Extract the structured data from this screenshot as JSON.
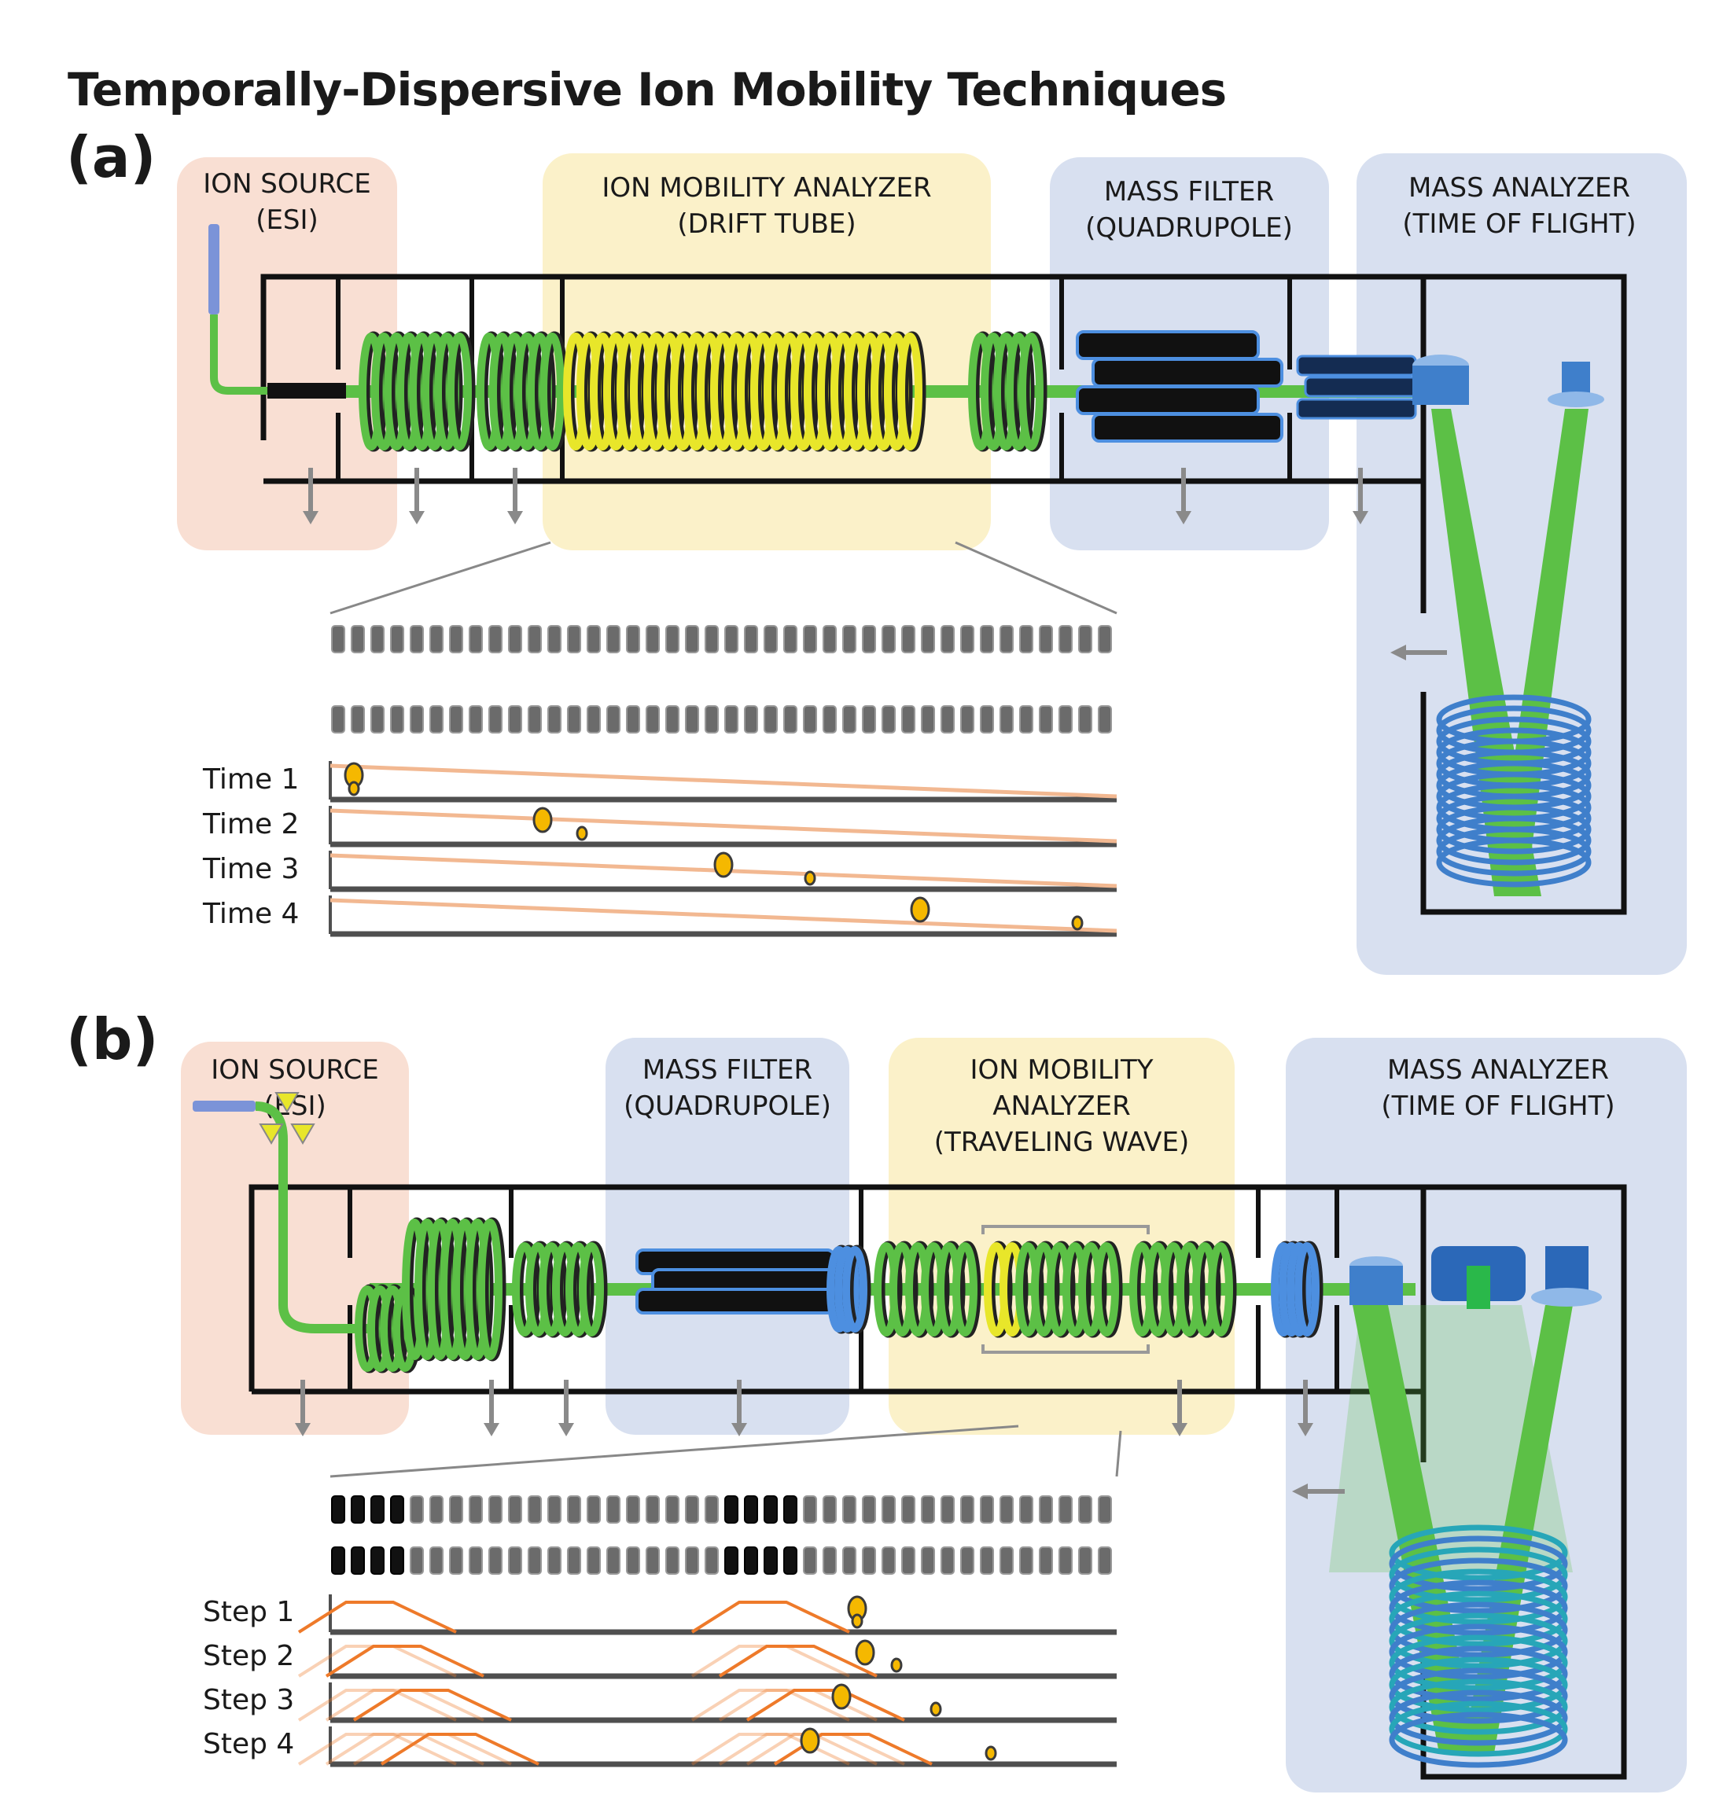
{
  "title": "Temporally-Dispersive Ion Mobility Techniques",
  "panels": [
    {
      "id": "a",
      "label": "(a)",
      "regions": [
        {
          "key": "ion-source",
          "lines": [
            "ION SOURCE",
            "(ESI)"
          ],
          "color": "#f9dfd3"
        },
        {
          "key": "ion-mobility-analyzer",
          "lines": [
            "ION MOBILITY ANALYZER",
            "(DRIFT TUBE)"
          ],
          "color": "#fbf1c9"
        },
        {
          "key": "mass-filter",
          "lines": [
            "MASS FILTER",
            "(QUADRUPOLE)"
          ],
          "color": "#d8e0f0"
        },
        {
          "key": "mass-analyzer",
          "lines": [
            "MASS ANALYZER",
            "(TIME OF FLIGHT)"
          ],
          "color": "#d8e0f0"
        }
      ],
      "electrode_rows": {
        "count": 2,
        "electrodes_per_row": 40,
        "active_indices": []
      },
      "rows": [
        {
          "label": "Time 1",
          "ions": [
            {
              "size": "large",
              "pos": 0.03
            },
            {
              "size": "small",
              "pos": 0.03
            }
          ]
        },
        {
          "label": "Time 2",
          "ions": [
            {
              "size": "large",
              "pos": 0.27
            },
            {
              "size": "small",
              "pos": 0.32
            }
          ]
        },
        {
          "label": "Time 3",
          "ions": [
            {
              "size": "large",
              "pos": 0.5
            },
            {
              "size": "small",
              "pos": 0.61
            }
          ]
        },
        {
          "label": "Time 4",
          "ions": [
            {
              "size": "large",
              "pos": 0.75
            },
            {
              "size": "small",
              "pos": 0.95
            }
          ]
        }
      ],
      "field": "linear"
    },
    {
      "id": "b",
      "label": "(b)",
      "regions": [
        {
          "key": "ion-source",
          "lines": [
            "ION SOURCE",
            "(ESI)"
          ],
          "color": "#f9dfd3"
        },
        {
          "key": "mass-filter",
          "lines": [
            "MASS FILTER",
            "(QUADRUPOLE)"
          ],
          "color": "#d8e0f0"
        },
        {
          "key": "ion-mobility-analyzer",
          "lines": [
            "ION MOBILITY",
            "ANALYZER",
            "(TRAVELING WAVE)"
          ],
          "color": "#fbf1c9"
        },
        {
          "key": "mass-analyzer",
          "lines": [
            "MASS ANALYZER",
            "(TIME OF FLIGHT)"
          ],
          "color": "#d8e0f0"
        }
      ],
      "electrode_rows": {
        "count": 2,
        "electrodes_per_row": 40,
        "active_indices": [
          0,
          1,
          2,
          3,
          20,
          21,
          22,
          23
        ]
      },
      "rows": [
        {
          "label": "Step 1",
          "ions": [
            {
              "size": "large",
              "pos": 0.67
            },
            {
              "size": "small",
              "pos": 0.67
            }
          ]
        },
        {
          "label": "Step 2",
          "ions": [
            {
              "size": "large",
              "pos": 0.68
            },
            {
              "size": "small",
              "pos": 0.72
            }
          ]
        },
        {
          "label": "Step 3",
          "ions": [
            {
              "size": "large",
              "pos": 0.65
            },
            {
              "size": "small",
              "pos": 0.77
            }
          ]
        },
        {
          "label": "Step 4",
          "ions": [
            {
              "size": "large",
              "pos": 0.61
            },
            {
              "size": "small",
              "pos": 0.84
            }
          ]
        }
      ],
      "field": "traveling-wave"
    }
  ],
  "colors": {
    "ion_green": "#5cc046",
    "drift_yellow": "#e8e62a",
    "electrode_gray": "#6b6b6b",
    "electrode_active": "#111111",
    "ion_dot": "#f5b800",
    "field_orange": "#ee7a2a",
    "blue_part": "#3f7fcb",
    "wire": "#111111",
    "pump_arrow": "#8a8a8a"
  }
}
